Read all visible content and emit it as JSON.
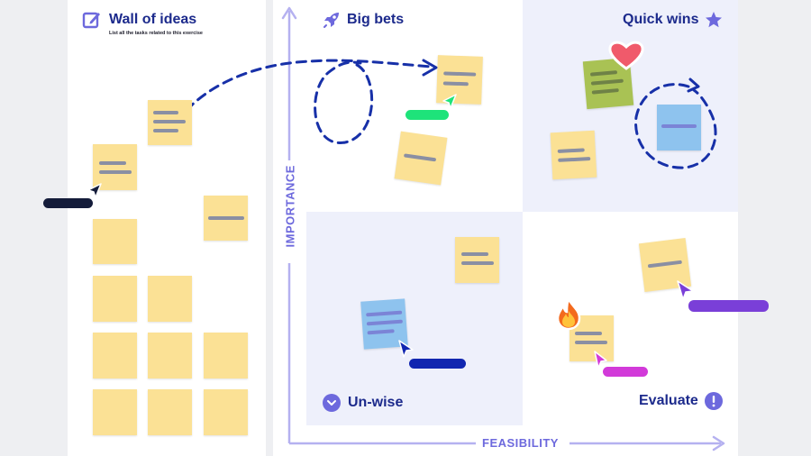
{
  "wall": {
    "title": "Wall of ideas",
    "subtitle": "List all the tasks related to this exercise",
    "icon": "edit-note-icon"
  },
  "quadrants": {
    "big_bets": {
      "label": "Big bets",
      "icon": "rocket-icon"
    },
    "quick_wins": {
      "label": "Quick wins",
      "icon": "star-icon"
    },
    "unwise": {
      "label": "Un-wise",
      "icon": "chevron-down-circle-icon"
    },
    "evaluate": {
      "label": "Evaluate",
      "icon": "exclamation-circle-icon"
    }
  },
  "axes": {
    "y_label": "IMPORTANCE",
    "x_label": "FEASIBILITY"
  },
  "colors": {
    "brand": "#1c2a8c",
    "axis": "#6d69dd",
    "sticky_yellow": "#fbe195",
    "sticky_green": "#a9c254",
    "sticky_blue": "#8ec3ee",
    "cursor_navy": "#141c3a",
    "cursor_green": "#1ee37a",
    "cursor_blue": "#1126b0",
    "cursor_magenta": "#d23ad9",
    "cursor_purple": "#7a3fd8",
    "highlight_quadrant": "#eef0fb"
  },
  "decorations": [
    "heart-icon",
    "fire-icon"
  ]
}
